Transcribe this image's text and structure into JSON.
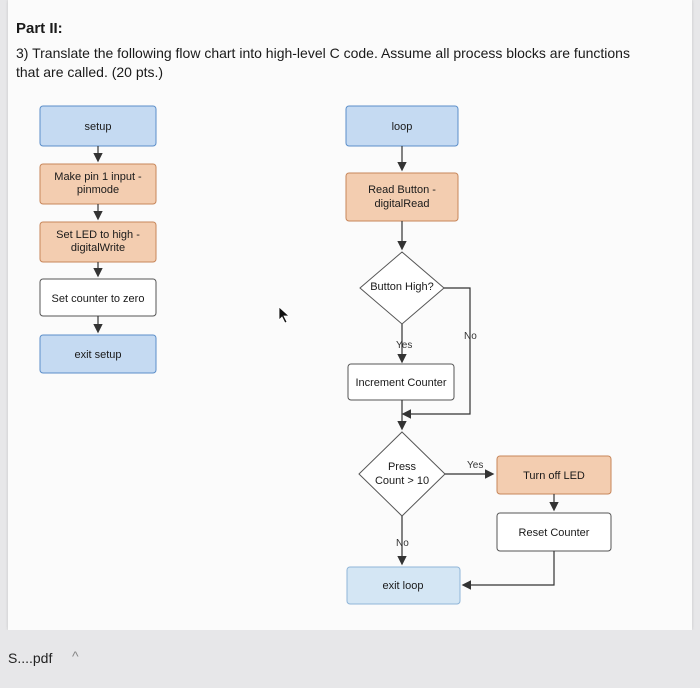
{
  "document": {
    "part_title": "Part II:",
    "question": "3) Translate the following flow chart into high-level C code. Assume all process blocks are functions that are called. (20 pts.)"
  },
  "flowchart": {
    "setup": "setup",
    "make_pin_1": "Make pin 1 input -",
    "make_pin_2": "pinmode",
    "set_led_1": "Set LED to high -",
    "set_led_2": "digitalWrite",
    "set_counter": "Set counter to zero",
    "exit_setup": "exit setup",
    "loop": "loop",
    "read_button_1": "Read Button -",
    "read_button_2": "digitalRead",
    "button_high": "Button High?",
    "yes1": "Yes",
    "no1": "No",
    "increment": "Increment Counter",
    "press_count_1": "Press",
    "press_count_2": "Count > 10",
    "yes2": "Yes",
    "no2": "No",
    "turn_off_led": "Turn off LED",
    "reset_counter": "Reset Counter",
    "exit_loop": "exit loop"
  },
  "colors": {
    "blue_fill": "#c5daf2",
    "blue_stroke": "#5b8ec9",
    "orange_fill": "#f3cdb0",
    "orange_stroke": "#c7865a",
    "light_blue_fill": "#d4e6f4"
  },
  "taskbar": {
    "file_name": "S....pdf",
    "chevron": "^"
  }
}
